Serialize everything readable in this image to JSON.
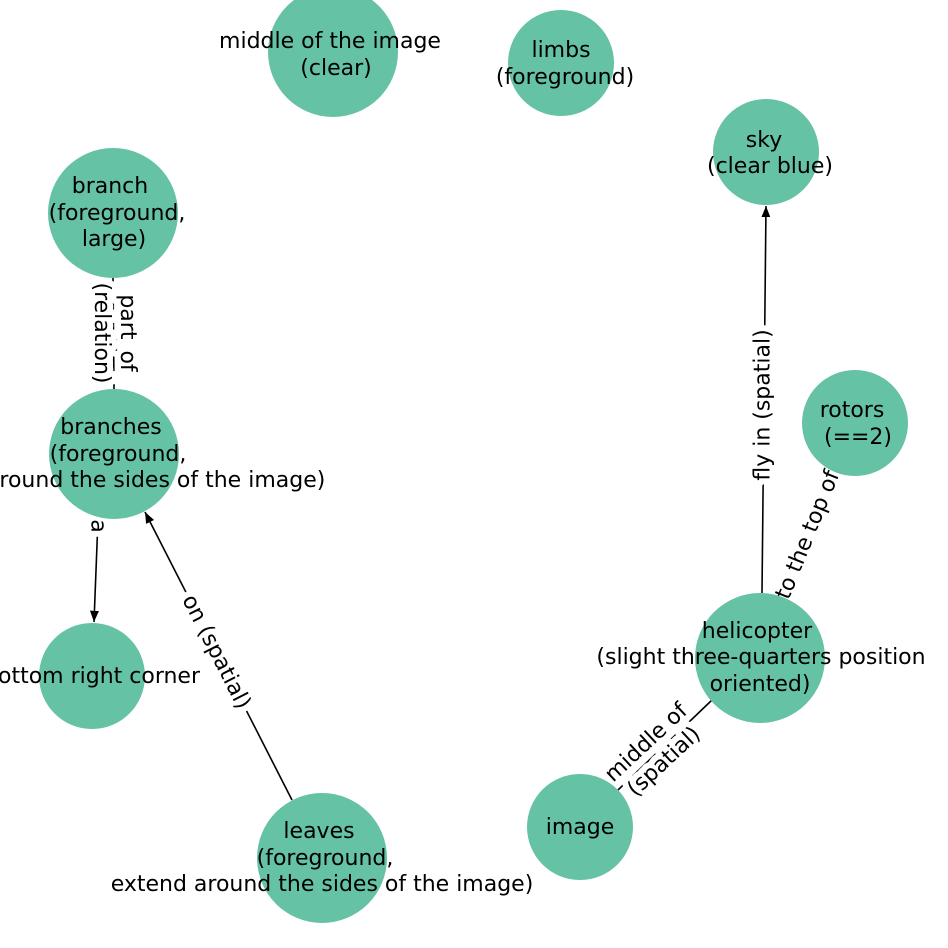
{
  "colors": {
    "node": "#66c2a5",
    "edge": "#000000"
  },
  "nodes": {
    "middle_of_image": [
      "middle of the image",
      "(clear)"
    ],
    "limbs": [
      "limbs",
      "(foreground)"
    ],
    "sky": [
      "sky",
      "(clear blue)"
    ],
    "branch": [
      "branch",
      "(foreground,",
      "large)"
    ],
    "rotors": [
      "rotors",
      "(==2)"
    ],
    "branches": [
      "branches",
      "(foreground,",
      "extend around the sides of the image)"
    ],
    "bottom_right_corner": [
      "bottom right corner"
    ],
    "helicopter": [
      "helicopter",
      "(slight three-quarters position",
      "oriented)"
    ],
    "image": [
      "image"
    ],
    "leaves": [
      "leaves",
      "(foreground,",
      "extend around the sides of the image)"
    ]
  },
  "edges": {
    "branch_branches": "part_of (relation)",
    "branches_corner": "a",
    "leaves_branches": "on (spatial)",
    "helicopter_sky": "fly in (spatial)",
    "helicopter_rotors": "to the top of",
    "image_helicopter": "middle of (spatial)"
  }
}
